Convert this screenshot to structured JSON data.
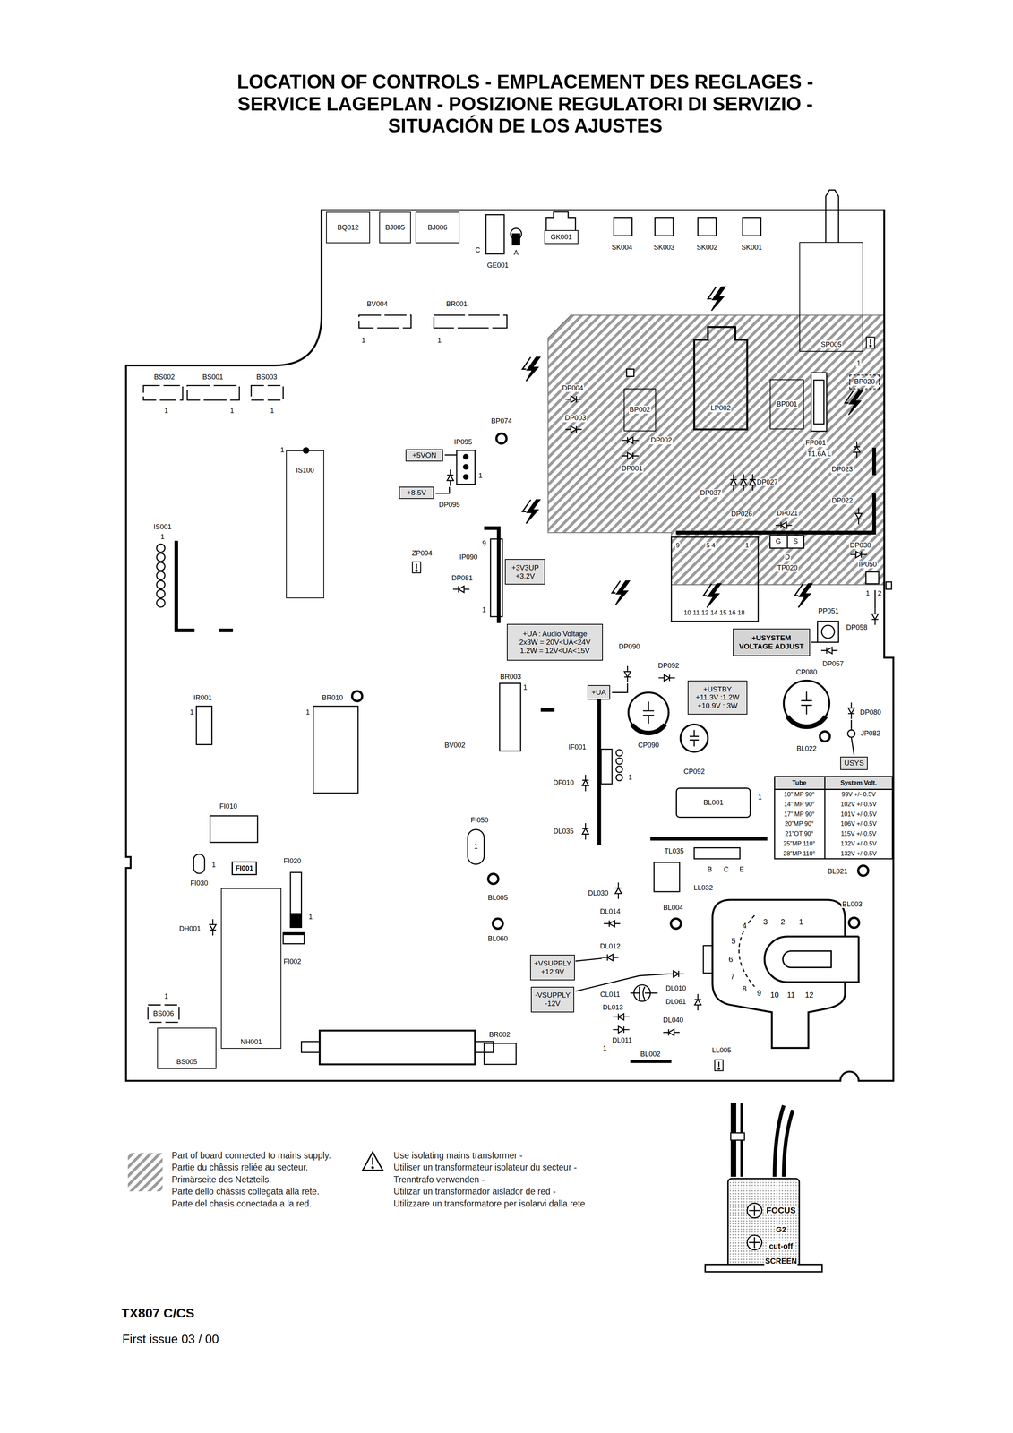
{
  "diagram": {
    "title": "LOCATION OF CONTROLS - EMPLACEMENT DES REGLAGES - SERVICE LAGEPLAN - POSIZIONE REGULATORI DI SERVIZIO - SITUACIÓN DE LOS AJUSTES",
    "caption": "TX807 C/CS",
    "nodes": [
      {
        "text": [
          "BQ012"
        ]
      },
      {
        "text": [
          "BJ005"
        ]
      },
      {
        "text": [
          "BJ006"
        ]
      },
      {
        "text": [
          "GK001"
        ]
      },
      {
        "text": [
          "SP005"
        ]
      },
      {
        "text": [
          "BP002"
        ]
      },
      {
        "text": [
          "BP001"
        ]
      },
      {
        "text": [
          "BP020"
        ]
      },
      {
        "text": [
          "IS100"
        ]
      },
      {
        "text": [
          "+5VON"
        ]
      },
      {
        "text": [
          "+8.5V"
        ]
      },
      {
        "text": [
          "+3V3UP",
          "+3.2V"
        ]
      },
      {
        "text": [
          "+UA : Audio Voltage",
          "2x3W = 20V<UA<24V",
          "1.2W = 12V<UA<15V"
        ]
      },
      {
        "text": [
          "+UA"
        ]
      },
      {
        "text": [
          "+USTBY",
          "+11.3V :1.2W",
          "+10.9V : 3W"
        ]
      },
      {
        "text": [
          "+USYSTEM VOLTAGE ADJUST"
        ]
      },
      {
        "text": [
          "USYS"
        ]
      },
      {
        "text": [
          "BL001"
        ]
      },
      {
        "text": [
          "FI001"
        ]
      },
      {
        "text": [
          "NH001"
        ]
      },
      {
        "text": [
          "BS005"
        ]
      },
      {
        "text": [
          "+VSUPPLY",
          "+12.9V"
        ]
      },
      {
        "text": [
          "-VSUPPLY",
          "-12V"
        ]
      }
    ],
    "labels": [
      "C",
      "A",
      "GE001",
      "SK004",
      "SK003",
      "SK002",
      "SK001",
      "BV004",
      "BR001",
      "1",
      "1",
      "BS002",
      "BS001",
      "BS003",
      "1",
      "1",
      "1",
      "1",
      "IS001",
      "1",
      "BP074",
      "IP095",
      "1",
      "DP095",
      "ZP094",
      "IP090",
      "9",
      "1",
      "DP081",
      "DP004",
      "DP003",
      "DP002",
      "DP001",
      "LP002",
      "1",
      "FP001",
      "T1.6A L",
      "DP023",
      "DP027",
      "DP037",
      "DP026",
      "DP021",
      "DP022",
      "9",
      "5 4",
      "1",
      "10 11 12 14 15 16 18",
      "G",
      "S",
      "D",
      "TP020",
      "DP030",
      "IP050",
      "1",
      "2",
      "PP051",
      "DP058",
      "DP057",
      "DP090",
      "DP092",
      "BR003",
      "1",
      "CP090",
      "CP092",
      "CP080",
      "DP080",
      "JP082",
      "BL022",
      "IR001",
      "1",
      "BR010",
      "1",
      "BV002",
      "IF001",
      "1",
      "DF010",
      "DL035",
      "1",
      "Tube",
      "System Volt.",
      "10\" MP 90°",
      "99V +/- 0.5V",
      "14\" MP 90°",
      "102V +/-0.5V",
      "17\" MP 90°",
      "101V +/-0.5V",
      "20\"MP 90°",
      "106V +/-0.5V",
      "21\"OT 90°",
      "115V +/-0.5V",
      "25\"MP 110°",
      "132V +/-0.5V",
      "28\"MP 110°",
      "132V +/-0.5V",
      "TL035",
      "B",
      "C",
      "E",
      "LL032",
      "BL021",
      "BL003",
      "FI010",
      "FI030",
      "1",
      "FI020",
      "1",
      "FI002",
      "DH001",
      "FI050",
      "1",
      "BL005",
      "BL060",
      "DL030",
      "DL014",
      "BL004",
      "DL012",
      "CL011",
      "DL010",
      "DL013",
      "DL061",
      "DL040",
      "DL011",
      "1",
      "BL002",
      "LL005",
      "4",
      "3",
      "2",
      "1",
      "5",
      "6",
      "7",
      "8",
      "9",
      "10",
      "11",
      "12",
      "1",
      "BS006",
      "BR002",
      "FOCUS",
      "G2",
      "cut-off",
      "SCREEN",
      "Use isolating mains transformer -",
      "Utiliser un transformateur isolateur du secteur -",
      "Trenntrafo verwenden -",
      "Utilizar un transformador aislador de red -",
      "Utilizzare un transformatore per isolarvi dalla rete",
      "First issue 03 / 00"
    ],
    "legend": [
      {
        "text": "Part of board connected to mains supply."
      },
      {
        "text": "Partie du châssis reliée au secteur."
      },
      {
        "text": "Primärseite des Netzteils."
      },
      {
        "text": "Parte dello châssis collegata alla rete."
      },
      {
        "text": "Parte del chasis conectada a la red."
      }
    ]
  }
}
